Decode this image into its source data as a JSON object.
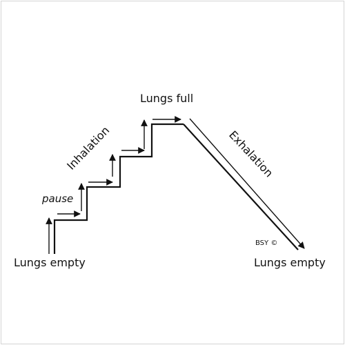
{
  "labels": {
    "start": "Lungs empty",
    "top": "Lungs full",
    "end": "Lungs empty",
    "inhalation": "Inhalation",
    "exhalation": "Exhalation",
    "pause": "pause",
    "copyright": "BSY ©"
  },
  "colors": {
    "ink": "#111111",
    "background": "#ffffff",
    "frame": "#d4d4d4"
  }
}
